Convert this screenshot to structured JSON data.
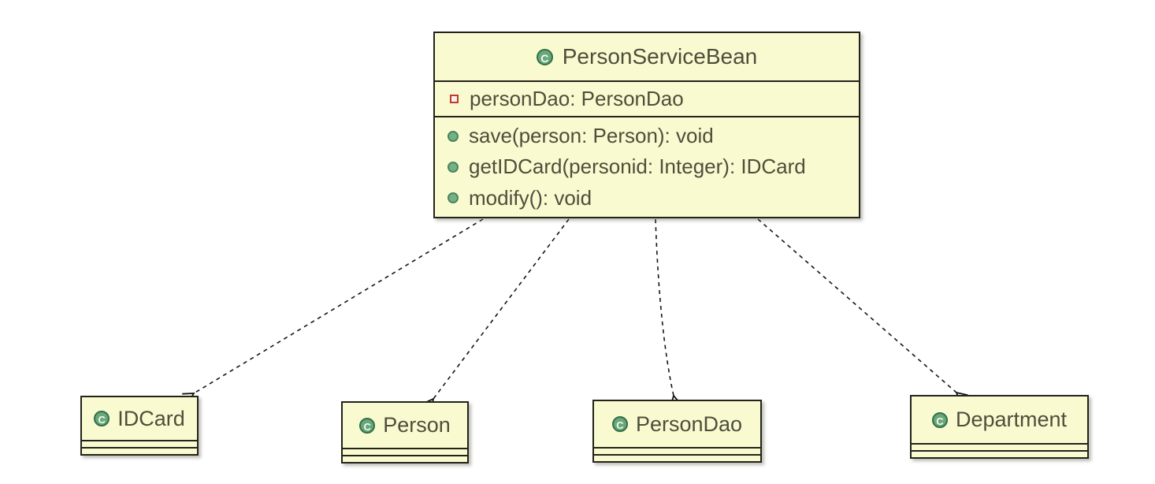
{
  "diagram": {
    "kind": "uml-class-diagram",
    "class_icon_letter": "C",
    "colors": {
      "box_fill": "#FAFAD1",
      "box_border": "#23231A",
      "text": "#4E4E3C",
      "class_icon_fill": "#69A878",
      "class_icon_border": "#336F4A",
      "class_icon_letter_color": "#F4F9F1",
      "public_method_dot_fill": "#74B183",
      "public_method_dot_border": "#4A855E",
      "private_field_square_border": "#C23A2C",
      "arrow_color": "#15150F"
    },
    "main_class": {
      "name": "PersonServiceBean",
      "fields": [
        {
          "visibility": "private",
          "text": "personDao: PersonDao"
        }
      ],
      "methods": [
        {
          "visibility": "public",
          "text": "save(person: Person): void"
        },
        {
          "visibility": "public",
          "text": "getIDCard(personid: Integer): IDCard"
        },
        {
          "visibility": "public",
          "text": "modify(): void"
        }
      ]
    },
    "dependency_classes": [
      {
        "name": "IDCard"
      },
      {
        "name": "Person"
      },
      {
        "name": "PersonDao"
      },
      {
        "name": "Department"
      }
    ],
    "relations": [
      {
        "from": "PersonServiceBean",
        "to": "IDCard",
        "type": "dependency",
        "line": "dashed-open-arrow"
      },
      {
        "from": "PersonServiceBean",
        "to": "Person",
        "type": "dependency",
        "line": "dashed-open-arrow"
      },
      {
        "from": "PersonServiceBean",
        "to": "PersonDao",
        "type": "dependency",
        "line": "dashed-open-arrow"
      },
      {
        "from": "PersonServiceBean",
        "to": "Department",
        "type": "dependency",
        "line": "dashed-open-arrow"
      }
    ]
  }
}
